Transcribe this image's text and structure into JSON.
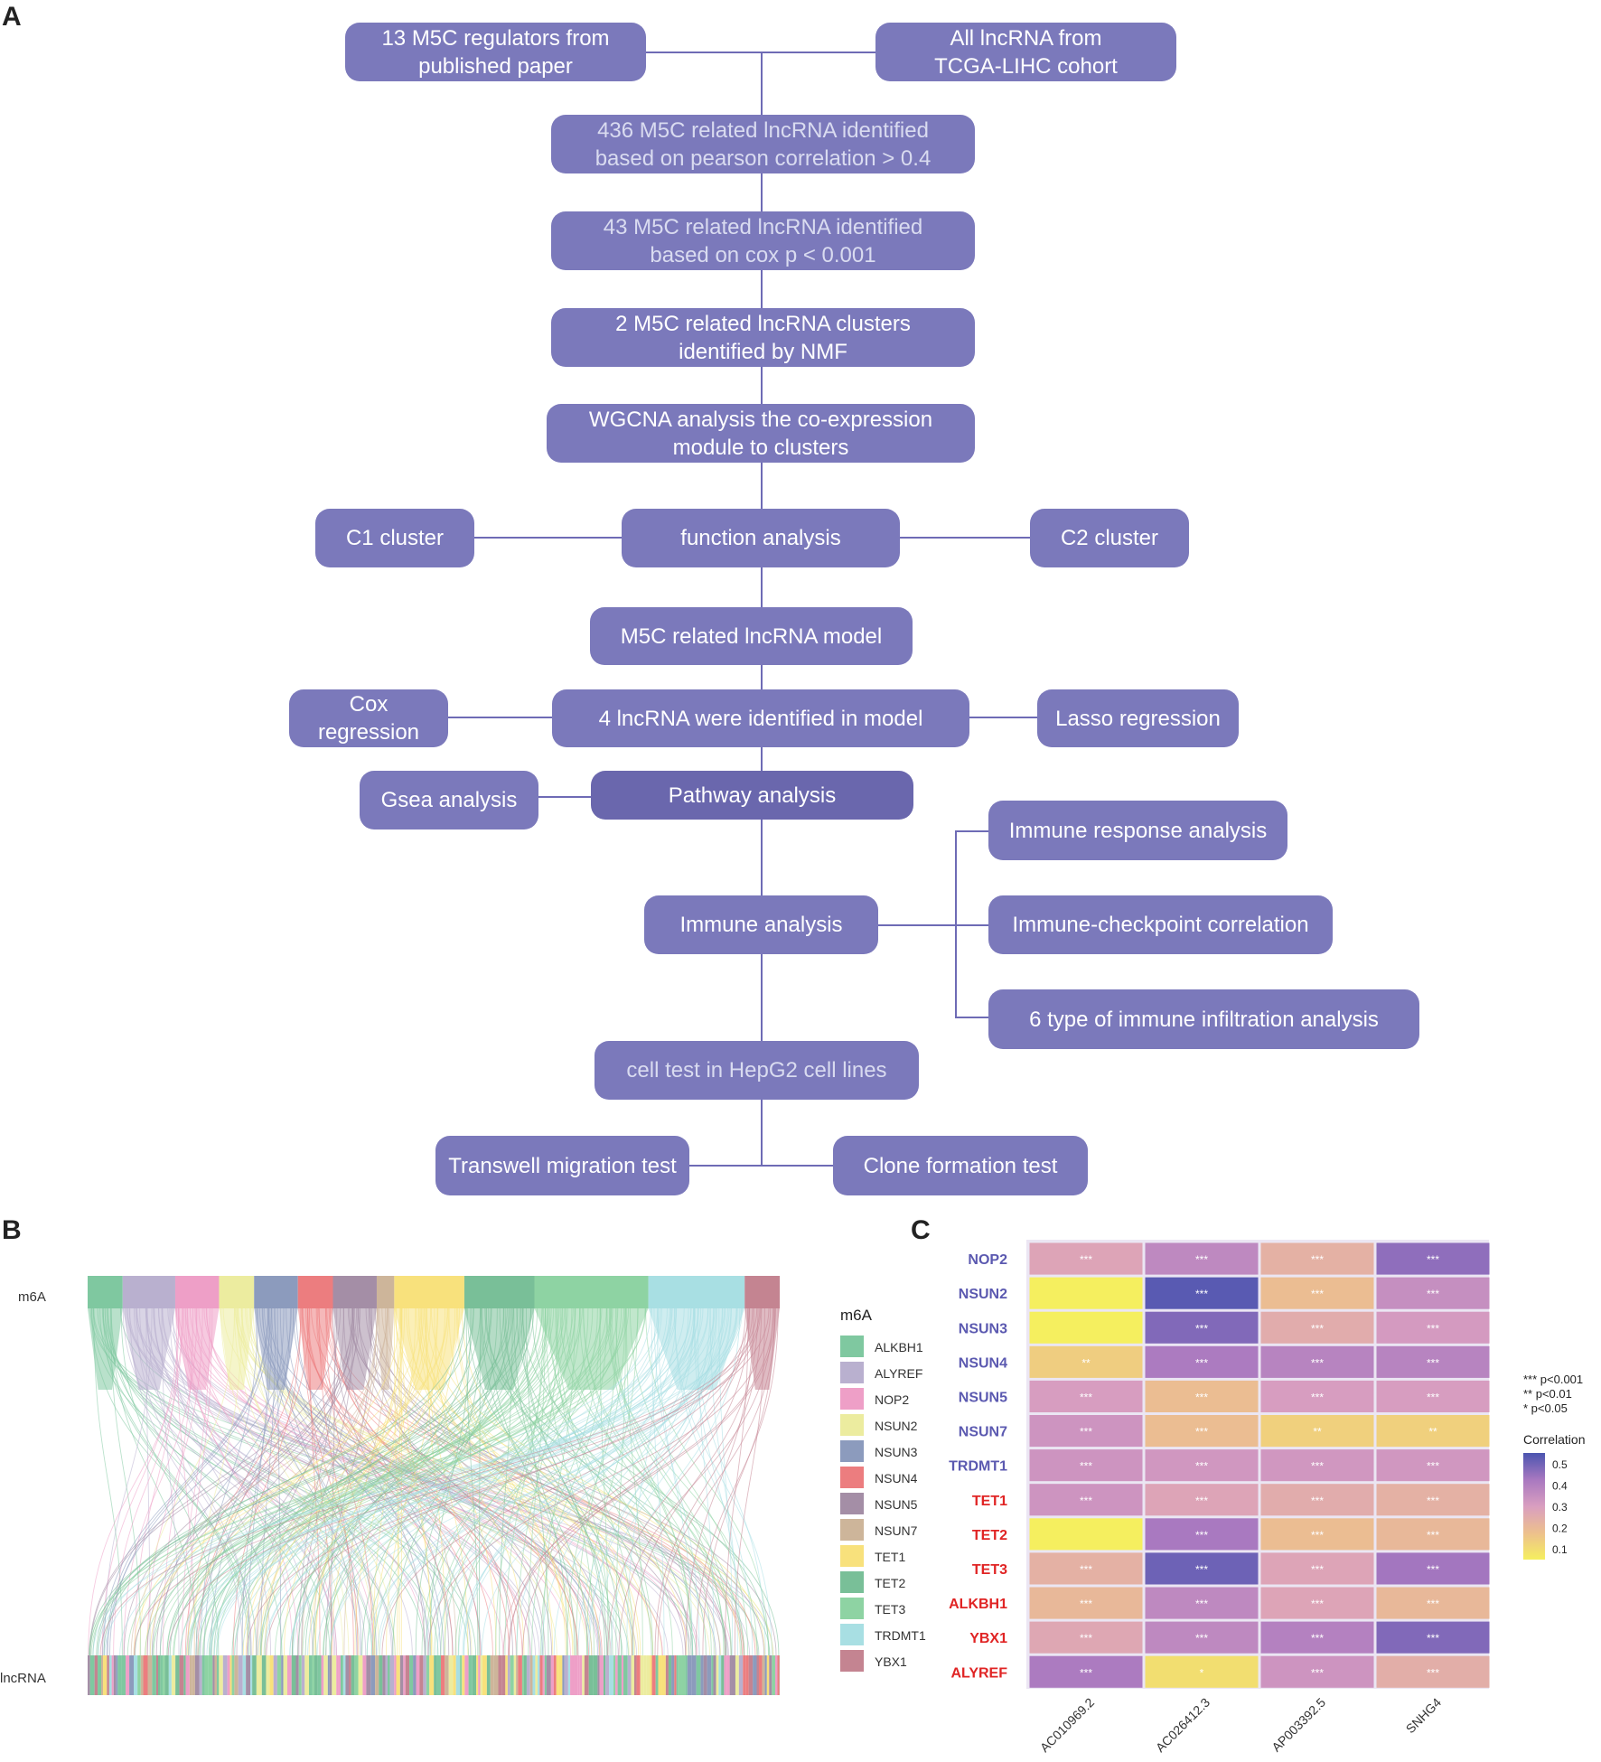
{
  "panels": {
    "a": "A",
    "b": "B",
    "c": "C"
  },
  "flowchart": {
    "regulators": "13 M5C regulators from\npublished paper",
    "lncrna_source": "All lncRNA from\nTCGA-LIHC cohort",
    "step_pearson": "436 M5C related lncRNA identified\nbased on pearson correlation > 0.4",
    "step_cox": "43 M5C related lncRNA identified\nbased on cox p < 0.001",
    "step_nmf": "2 M5C related lncRNA clusters\nidentified by NMF",
    "step_wgcna": "WGCNA analysis the co-expression\nmodule to clusters",
    "c1": "C1 cluster",
    "function": "function analysis",
    "c2": "C2 cluster",
    "model": "M5C related lncRNA model",
    "cox_reg": "Cox regression",
    "four_lnc": "4 lncRNA were identified in model",
    "lasso": "Lasso regression",
    "gsea": "Gsea analysis",
    "pathway": "Pathway analysis",
    "immune_response": "Immune response analysis",
    "immune": "Immune analysis",
    "checkpoint": "Immune-checkpoint correlation",
    "infiltration": "6 type of immune infiltration analysis",
    "cell_test": "cell test in HepG2 cell lines",
    "transwell": "Transwell migration test",
    "clone": "Clone formation test"
  },
  "sankey": {
    "top_label": "m6A",
    "bottom_label": "lncRNA",
    "legend_title": "m6A",
    "categories": [
      "ALKBH1",
      "ALYREF",
      "NOP2",
      "NSUN2",
      "NSUN3",
      "NSUN4",
      "NSUN5",
      "NSUN7",
      "TET1",
      "TET2",
      "TET3",
      "TRDMT1",
      "YBX1"
    ],
    "colors": [
      "#7fc8a0",
      "#b9b0cf",
      "#ee9fc7",
      "#ecec9f",
      "#8c9bbd",
      "#ec7d7f",
      "#a48ea6",
      "#cdb59a",
      "#f8e17c",
      "#79bf98",
      "#8ed3a3",
      "#a8dfe3",
      "#c48491"
    ],
    "flow_shares": [
      0.04,
      0.06,
      0.05,
      0.04,
      0.05,
      0.04,
      0.05,
      0.02,
      0.08,
      0.08,
      0.13,
      0.11,
      0.04
    ]
  },
  "heatmap": {
    "rows": [
      "NOP2",
      "NSUN2",
      "NSUN3",
      "NSUN4",
      "NSUN5",
      "NSUN7",
      "TRDMT1",
      "TET1",
      "TET2",
      "TET3",
      "ALKBH1",
      "YBX1",
      "ALYREF"
    ],
    "row_colors": [
      "#5b59b0",
      "#5b59b0",
      "#5b59b0",
      "#5b59b0",
      "#5b59b0",
      "#5b59b0",
      "#5b59b0",
      "#e02424",
      "#e02424",
      "#e02424",
      "#e02424",
      "#e02424",
      "#e02424"
    ],
    "cols": [
      "AC010969.2",
      "AC026412.3",
      "AP003392.5",
      "SNHG4"
    ],
    "values": [
      [
        0.3,
        0.4,
        0.25,
        0.5
      ],
      [
        0.05,
        0.58,
        0.2,
        0.38
      ],
      [
        0.05,
        0.52,
        0.27,
        0.34
      ],
      [
        0.15,
        0.45,
        0.42,
        0.42
      ],
      [
        0.33,
        0.2,
        0.33,
        0.33
      ],
      [
        0.36,
        0.2,
        0.14,
        0.14
      ],
      [
        0.36,
        0.35,
        0.35,
        0.35
      ],
      [
        0.36,
        0.3,
        0.27,
        0.25
      ],
      [
        0.05,
        0.46,
        0.2,
        0.22
      ],
      [
        0.25,
        0.55,
        0.3,
        0.47
      ],
      [
        0.22,
        0.4,
        0.3,
        0.22
      ],
      [
        0.29,
        0.4,
        0.43,
        0.52
      ],
      [
        0.45,
        0.1,
        0.36,
        0.26
      ]
    ],
    "stars": [
      [
        "***",
        "***",
        "***",
        "***"
      ],
      [
        "",
        "***",
        "***",
        "***"
      ],
      [
        "",
        "***",
        "***",
        "***"
      ],
      [
        "**",
        "***",
        "***",
        "***"
      ],
      [
        "***",
        "***",
        "***",
        "***"
      ],
      [
        "***",
        "***",
        "**",
        "**"
      ],
      [
        "***",
        "***",
        "***",
        "***"
      ],
      [
        "***",
        "***",
        "***",
        "***"
      ],
      [
        "",
        "***",
        "***",
        "***"
      ],
      [
        "***",
        "***",
        "***",
        "***"
      ],
      [
        "***",
        "***",
        "***",
        "***"
      ],
      [
        "***",
        "***",
        "***",
        "***"
      ],
      [
        "***",
        "*",
        "***",
        "***"
      ]
    ],
    "sig_legend": [
      "***  p<0.001",
      "**  p<0.01",
      "*  p<0.05"
    ],
    "colorbar_title": "Correlation",
    "colorbar_ticks": [
      "0.5",
      "0.4",
      "0.3",
      "0.2",
      "0.1"
    ],
    "color_scale": [
      "#f5ef5f",
      "#edc08d",
      "#d99ec0",
      "#a878c0",
      "#4b55b0"
    ]
  }
}
